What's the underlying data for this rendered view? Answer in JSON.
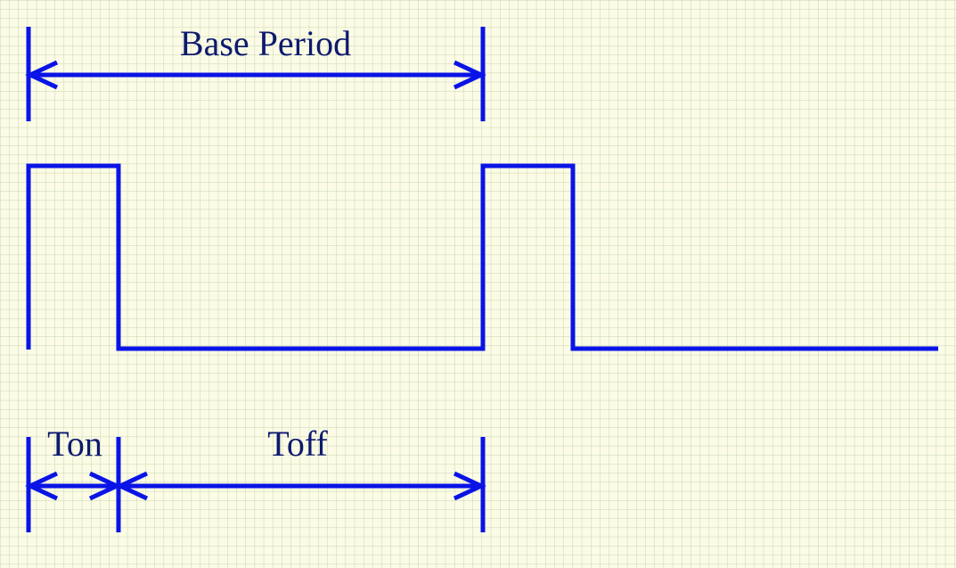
{
  "labels": {
    "base_period": "Base Period",
    "ton": "Ton",
    "toff": "Toff"
  },
  "colors": {
    "background": "#fbfbe6",
    "grid": "#c9d7ac",
    "signal": "#0a14e6",
    "text": "#0d1a6e"
  }
}
